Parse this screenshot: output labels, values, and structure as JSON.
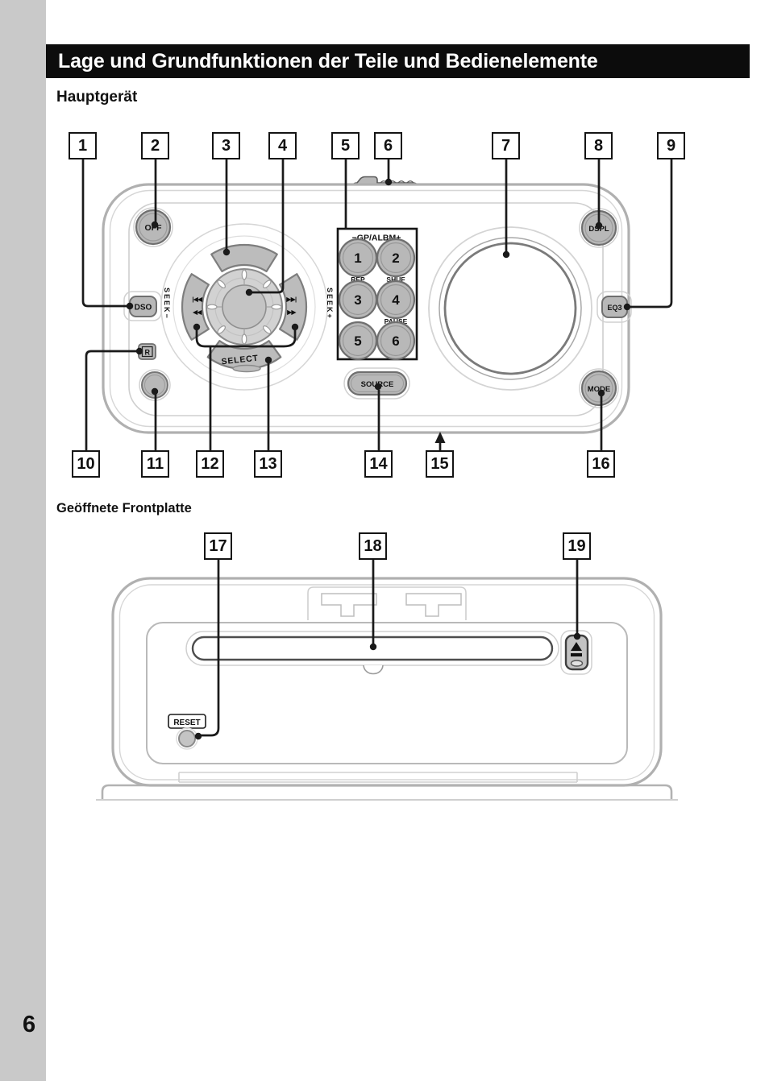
{
  "page": {
    "number": "6"
  },
  "header": {
    "title": "Lage und Grundfunktionen der Teile und Bedienelemente"
  },
  "sections": {
    "main_unit_heading": "Hauptgerät",
    "open_front_heading": "Geöffnete Frontplatte"
  },
  "main_unit": {
    "callouts": [
      "1",
      "2",
      "3",
      "4",
      "5",
      "6",
      "7",
      "8",
      "9",
      "10",
      "11",
      "12",
      "13",
      "14",
      "15",
      "16"
    ],
    "buttons": {
      "off": "OFF",
      "dso": "DSO",
      "rotary_receiver": "R",
      "select": "SELECT",
      "source": "SOURCE",
      "dspl": "DSPL",
      "eq3": "EQ3",
      "mode": "MODE",
      "num1": "1",
      "num2": "2",
      "num3": "3",
      "num4": "4",
      "num5": "5",
      "num6": "6"
    },
    "labels": {
      "seek_minus": "SEEK−",
      "seek_plus": "SEEK+",
      "gp_albm": "−GP/ALBM+",
      "rep": "REP",
      "shuf": "SHUF",
      "pause": "PAUSE"
    },
    "icons": {
      "seek_left_top": "|◀◀",
      "seek_left_bottom": "◀◀",
      "seek_right_top": "▶▶|",
      "seek_right_bottom": "▶▶",
      "volume_dial": "dial",
      "open_release_tab": "ridged-tab"
    }
  },
  "front_plate": {
    "callouts": [
      "17",
      "18",
      "19"
    ],
    "reset_label": "RESET",
    "icons": {
      "eject": "triangle-over-bar",
      "disc_slot": "slot"
    }
  }
}
